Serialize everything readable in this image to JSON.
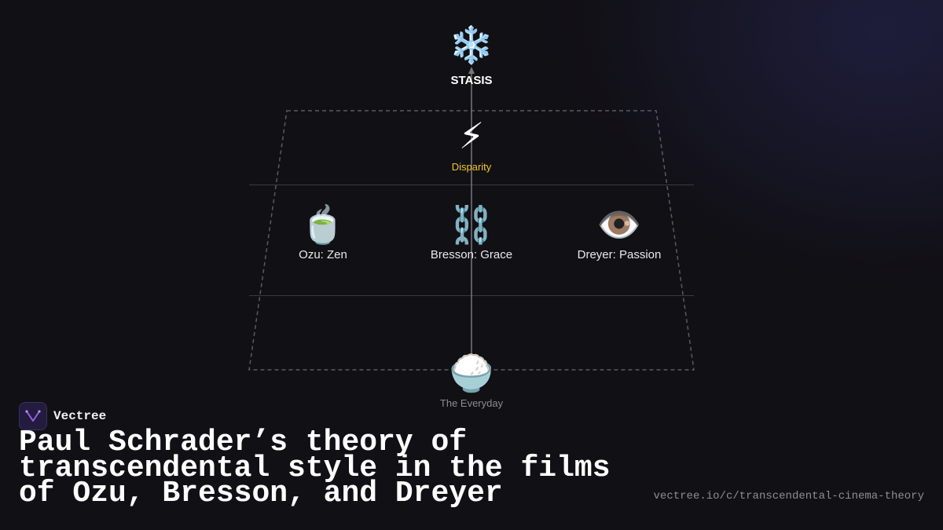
{
  "diagram": {
    "nodes": {
      "stasis": {
        "icon": "snowflake-icon",
        "glyph": "❄️",
        "label": "STASIS"
      },
      "disparity": {
        "icon": "lightning-icon",
        "glyph": "⚡",
        "label": "Disparity",
        "color": "#f5c431"
      },
      "ozu": {
        "icon": "tea-icon",
        "glyph": "🍵",
        "label": "Ozu: Zen"
      },
      "bresson": {
        "icon": "chains-icon",
        "glyph": "⛓️",
        "label": "Bresson: Grace"
      },
      "dreyer": {
        "icon": "eye-icon",
        "glyph": "👁️",
        "label": "Dreyer: Passion"
      },
      "everyday": {
        "icon": "rice-bowl-icon",
        "glyph": "🍚",
        "label": "The Everyday"
      }
    }
  },
  "brand": {
    "name": "Vectree",
    "logo_icon": "vectree-logo-icon",
    "accent": "#9b5de5"
  },
  "title": "Paul Schrader’s theory of transcendental style in the films of Ozu, Bresson, and Dreyer",
  "url": "vectree.io/c/transcendental-cinema-theory"
}
